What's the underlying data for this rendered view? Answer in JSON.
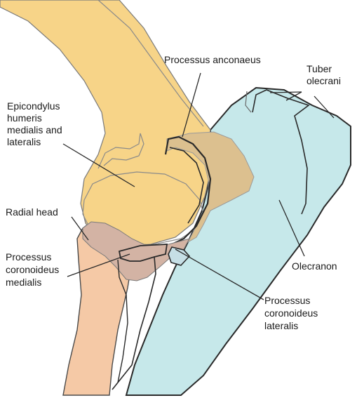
{
  "labels": {
    "processus_anconaeus": "Processus anconaeus",
    "tuber_olecrani_1": "Tuber",
    "tuber_olecrani_2": "olecrani",
    "epicondylus_1": "Epicondylus",
    "epicondylus_2": "humeris",
    "epicondylus_3": "medialis and",
    "epicondylus_4": "lateralis",
    "radial_head": "Radial head",
    "pcm_1": "Processus",
    "pcm_2": "coronoideus",
    "pcm_3": "medialis",
    "olecranon": "Olecranon",
    "pcl_1": "Processus",
    "pcl_2": "coronoideus",
    "pcl_3": "lateralis"
  },
  "colors": {
    "humerus": "#f7d488",
    "ulna": "#c6e8ea",
    "radius": "#f5c9a6",
    "radial_head_overlap": "#d3b3a4",
    "anconaeus_overlap": "#dcc08f",
    "outline": "#2a2a2a"
  }
}
